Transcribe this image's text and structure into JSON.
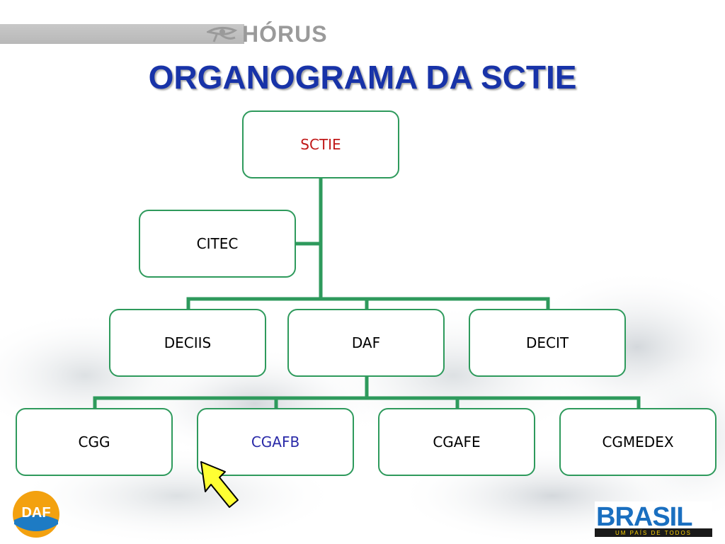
{
  "header": {
    "brand": "HÓRUS",
    "title": "ORGANOGRAMA DA SCTIE"
  },
  "org": {
    "root": "SCTIE",
    "advisory": "CITEC",
    "departments": [
      "DECIIS",
      "DAF",
      "DECIT"
    ],
    "coordinations": [
      "CGG",
      "CGAFB",
      "CGAFE",
      "CGMEDEX"
    ]
  },
  "logos": {
    "daf": "DAF",
    "brasil": "BRASIL",
    "brasil_tagline": "UM PAÍS DE TODOS"
  },
  "colors": {
    "connector": "#2e9a5c",
    "title": "#1833a8",
    "root_text": "#c01818",
    "highlight_text": "#2a2aa8",
    "pointer": "#ffff33"
  }
}
